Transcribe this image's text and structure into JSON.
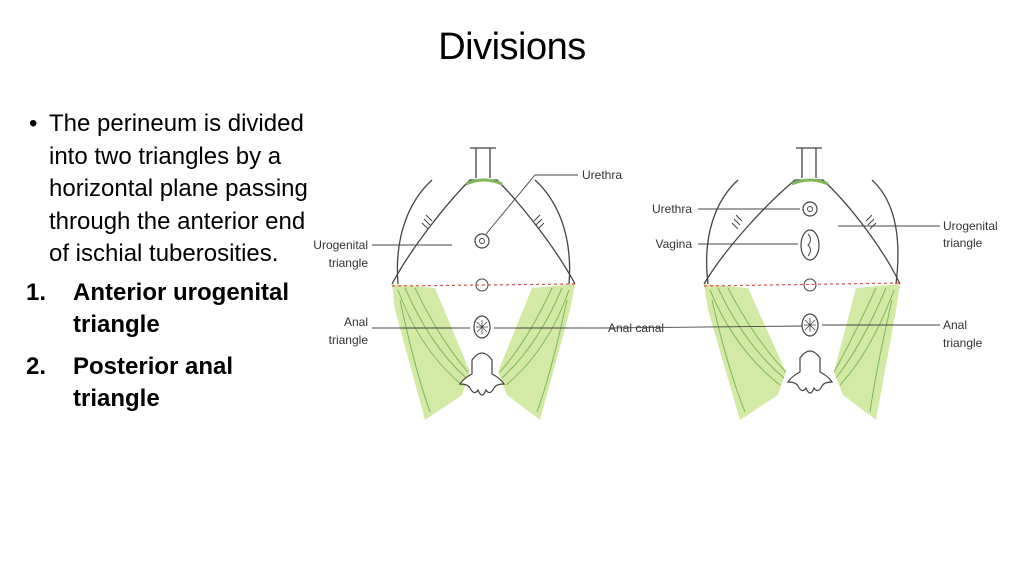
{
  "title": "Divisions",
  "bullet_text": "The perineum is divided into two triangles by a horizontal plane passing through the anterior end of ischial tuberosities.",
  "numbered_items": [
    {
      "number": "1.",
      "text": "Anterior urogenital triangle"
    },
    {
      "number": "2.",
      "text": "Posterior anal triangle"
    }
  ],
  "diagram_male": {
    "labels": {
      "urethra": "Urethra",
      "urogenital_line1": "Urogenital",
      "urogenital_line2": "triangle",
      "anal_line1": "Anal",
      "anal_line2": "triangle",
      "anal_canal": "Anal canal"
    }
  },
  "diagram_female": {
    "labels": {
      "urethra": "Urethra",
      "vagina": "Vagina",
      "urogenital_line1": "Urogenital",
      "urogenital_line2": "triangle",
      "anal_line1": "Anal",
      "anal_line2": "triangle"
    }
  },
  "colors": {
    "muscle_fill": "#d3e9a6",
    "muscle_line": "#7fb85a",
    "divider": "#d9534f",
    "outline": "#444444"
  }
}
